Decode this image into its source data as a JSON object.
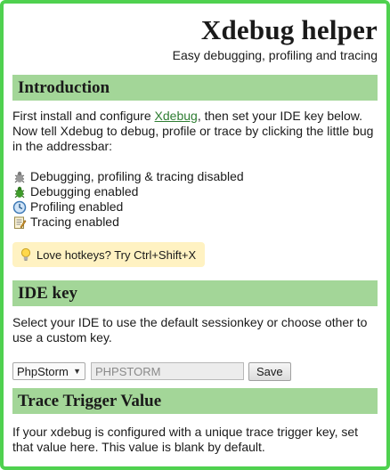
{
  "header": {
    "title": "Xdebug helper",
    "subtitle": "Easy debugging, profiling and tracing"
  },
  "introduction": {
    "heading": "Introduction",
    "text_before_link": "First install and configure ",
    "link_text": "Xdebug",
    "text_after_link": ", then set your IDE key below. Now tell Xdebug to debug, profile or trace by clicking the little bug in the addressbar:",
    "statuses": [
      {
        "icon": "bug-gray-icon",
        "label": "Debugging, profiling & tracing disabled"
      },
      {
        "icon": "bug-green-icon",
        "label": "Debugging enabled"
      },
      {
        "icon": "profiling-clock-icon",
        "label": "Profiling enabled"
      },
      {
        "icon": "tracing-note-icon",
        "label": "Tracing enabled"
      }
    ],
    "hotkeys_tip": "Love hotkeys? Try Ctrl+Shift+X"
  },
  "ide_key": {
    "heading": "IDE key",
    "description": "Select your IDE to use the default sessionkey or choose other to use a custom key.",
    "selected_ide": "PhpStorm",
    "key_value": "PHPSTORM",
    "save_label": "Save"
  },
  "trace_trigger": {
    "heading": "Trace Trigger Value",
    "description": "If your xdebug is configured with a unique trace trigger key, set that value here. This value is blank by default."
  },
  "colors": {
    "frame_border": "#4fd14f",
    "section_bg": "#a3d698",
    "link": "#2e7d32",
    "tip_bg": "#fff2c2"
  }
}
